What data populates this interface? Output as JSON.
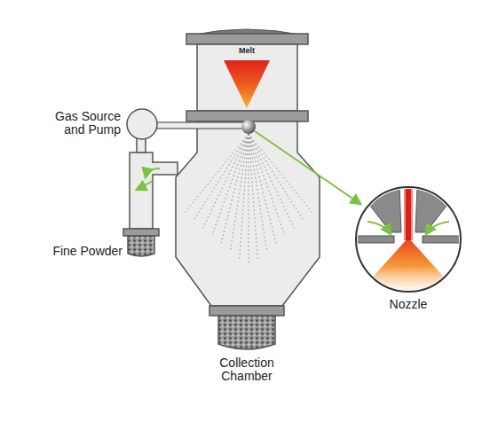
{
  "diagram": {
    "labels": [
      "Melt",
      "Gas Source and Pump",
      "Fine Powder",
      "Collection Chamber",
      "Nozzle"
    ]
  }
}
